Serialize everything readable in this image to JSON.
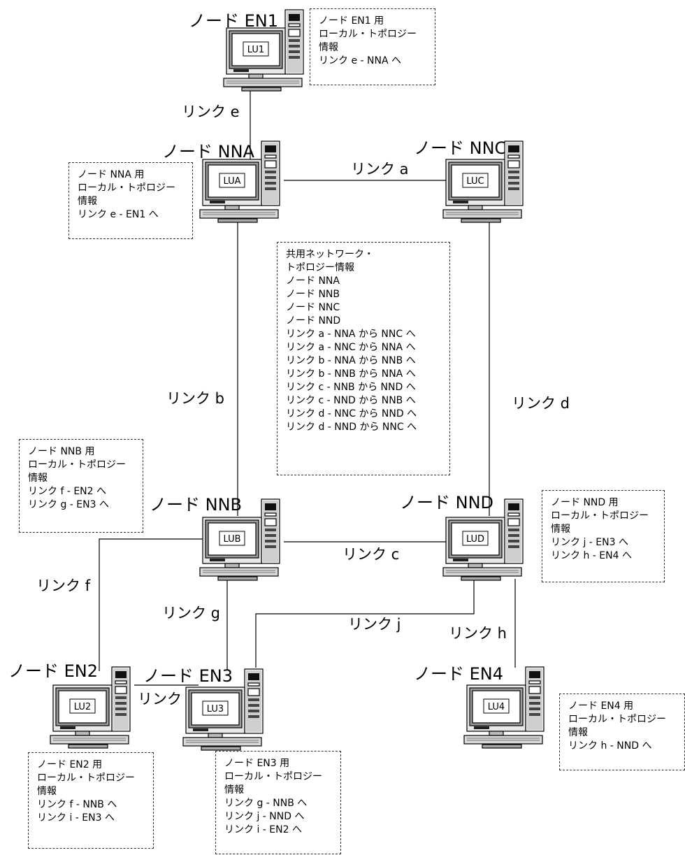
{
  "nodes": {
    "en1": {
      "title": "ノード EN1",
      "lu": "LU1"
    },
    "nna": {
      "title": "ノード NNA",
      "lu": "LUA"
    },
    "nnc": {
      "title": "ノード NNC",
      "lu": "LUC"
    },
    "nnb": {
      "title": "ノード NNB",
      "lu": "LUB"
    },
    "nnd": {
      "title": "ノード NND",
      "lu": "LUD"
    },
    "en2": {
      "title": "ノード EN2",
      "lu": "LU2"
    },
    "en3": {
      "title": "ノード EN3",
      "lu": "LU3"
    },
    "en4": {
      "title": "ノード EN4",
      "lu": "LU4"
    }
  },
  "links": {
    "a": "リンク a",
    "b": "リンク b",
    "c": "リンク c",
    "d": "リンク d",
    "e": "リンク e",
    "f": "リンク f",
    "g": "リンク g",
    "h": "リンク h",
    "i": "リンク i",
    "j": "リンク j"
  },
  "boxes": {
    "en1": [
      "ノード EN1 用",
      "ローカル・トポロジー",
      "情報",
      "リンク e - NNA へ"
    ],
    "nna": [
      "ノード NNA 用",
      "ローカル・トポロジー",
      "情報",
      "リンク e - EN1 へ"
    ],
    "shared": [
      "共用ネットワーク・",
      "トポロジー情報",
      "ノード NNA",
      "ノード NNB",
      "ノード NNC",
      "ノード NND",
      "リンク a - NNA から NNC へ",
      "リンク a - NNC から NNA へ",
      "リンク b - NNA から NNB へ",
      "リンク b - NNB から NNA へ",
      "リンク c - NNB から NND へ",
      "リンク c - NND から NNB へ",
      "リンク d - NNC から NND へ",
      "リンク d - NND から NNC へ"
    ],
    "nnb": [
      "ノード NNB 用",
      "ローカル・トポロジー",
      "情報",
      "リンク f - EN2 へ",
      "リンク g - EN3 へ"
    ],
    "nnd": [
      "ノード NND 用",
      "ローカル・トポロジー",
      "情報",
      "リンク j - EN3 へ",
      "リンク h - EN4 へ"
    ],
    "en2": [
      "ノード EN2 用",
      "ローカル・トポロジー",
      "情報",
      "リンク f - NNB へ",
      "リンク i - EN3 へ"
    ],
    "en3": [
      "ノード EN3 用",
      "ローカル・トポロジー",
      "情報",
      "リンク g - NNB へ",
      "リンク j - NND へ",
      "リンク i - EN2 へ"
    ],
    "en4": [
      "ノード EN4 用",
      "ローカル・トポロジー",
      "情報",
      "リンク h - NND へ"
    ]
  }
}
